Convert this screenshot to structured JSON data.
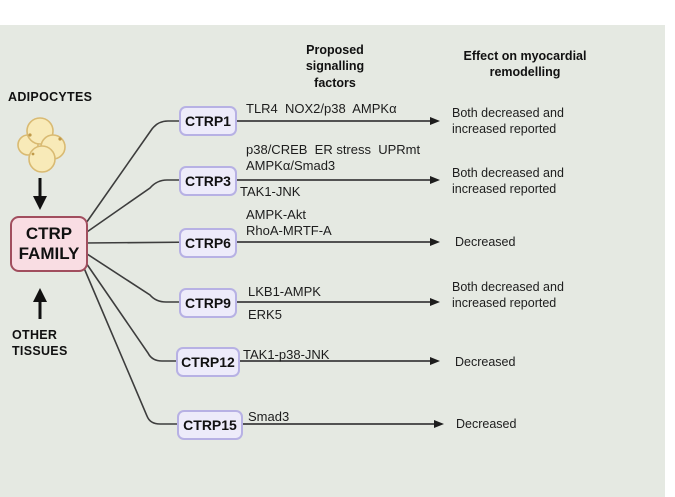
{
  "figure": {
    "source_labels": {
      "adipocytes": "ADIPOCYTES",
      "ctrp_family": "CTRP FAMILY",
      "other_tissues": "OTHER TISSUES"
    },
    "column_headers": {
      "signalling": "Proposed signalling factors",
      "effect": "Effect on myocardial remodelling"
    },
    "rows": [
      {
        "label": "CTRP1",
        "factors_above": [
          "TLR4  NOX2/p38  AMPKα"
        ],
        "factors_below": [],
        "effect": "Both decreased and increased reported"
      },
      {
        "label": "CTRP3",
        "factors_above": [
          "p38/CREB  ER stress  UPRmt",
          "AMPKα/Smad3"
        ],
        "factors_below": [
          "TAK1-JNK"
        ],
        "effect": "Both decreased and increased reported"
      },
      {
        "label": "CTRP6",
        "factors_above": [
          "AMPK-Akt",
          "RhoA-MRTF-A"
        ],
        "factors_below": [],
        "effect": "Decreased"
      },
      {
        "label": "CTRP9",
        "factors_above": [
          "LKB1-AMPK"
        ],
        "factors_below": [
          "ERK5"
        ],
        "effect": "Both decreased and increased reported"
      },
      {
        "label": "CTRP12",
        "factors_above": [
          "TAK1-p38-JNK"
        ],
        "factors_below": [],
        "effect": "Decreased"
      },
      {
        "label": "CTRP15",
        "factors_above": [
          "Smad3"
        ],
        "factors_below": [],
        "effect": "Decreased"
      }
    ],
    "colors": {
      "panel_bg": "#e5e9e2",
      "family_box_fill": "#f9dde3",
      "family_box_border": "#a14e5e",
      "ctrp_box_fill": "#edebfa",
      "ctrp_box_border": "#b7b1e4",
      "adipocyte_fill": "#f8eab8",
      "adipocyte_stroke": "#d9ba72",
      "line": "#3d3d3d"
    }
  }
}
